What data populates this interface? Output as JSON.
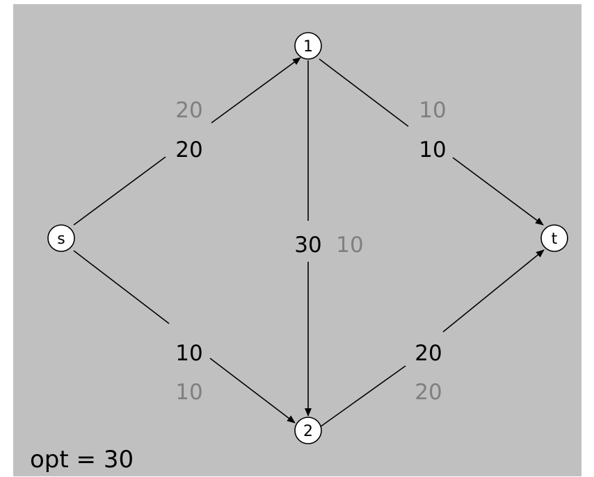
{
  "diagram": {
    "nodes": [
      {
        "id": "s",
        "label": "s"
      },
      {
        "id": "1",
        "label": "1"
      },
      {
        "id": "2",
        "label": "2"
      },
      {
        "id": "t",
        "label": "t"
      }
    ],
    "edges": [
      {
        "from": "s",
        "to": "1",
        "capacity": "20",
        "flow": "20"
      },
      {
        "from": "s",
        "to": "2",
        "capacity": "10",
        "flow": "10"
      },
      {
        "from": "1",
        "to": "t",
        "capacity": "10",
        "flow": "10"
      },
      {
        "from": "1",
        "to": "2",
        "capacity": "30",
        "flow": "10"
      },
      {
        "from": "2",
        "to": "t",
        "capacity": "20",
        "flow": "20"
      }
    ],
    "result_label": "opt = 30"
  },
  "colors": {
    "background": "#c0c0c0",
    "capacity_text": "#000000",
    "flow_text": "#7f7f7f",
    "node_fill": "#ffffff"
  }
}
